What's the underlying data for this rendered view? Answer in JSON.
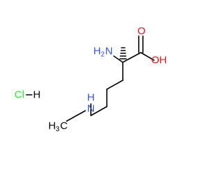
{
  "molecule": {
    "colors": {
      "bond": "#000000",
      "carbon": "#000000",
      "oxygen": "#ff0d0d",
      "nitrogen": "#3050f8",
      "chlorine": "#1ff01f",
      "hydrogen": "#000000"
    },
    "labels": {
      "carbonyl_o": "O",
      "hydroxyl": "OH",
      "amino_n": "N",
      "amino_h": "H",
      "amino_sub": "2",
      "methylamino_h": "H",
      "methylamino_n": "N",
      "methyl_h": "H",
      "methyl_sub": "3",
      "methyl_c": "C",
      "chloride": "Cl",
      "hydride": "H"
    }
  }
}
